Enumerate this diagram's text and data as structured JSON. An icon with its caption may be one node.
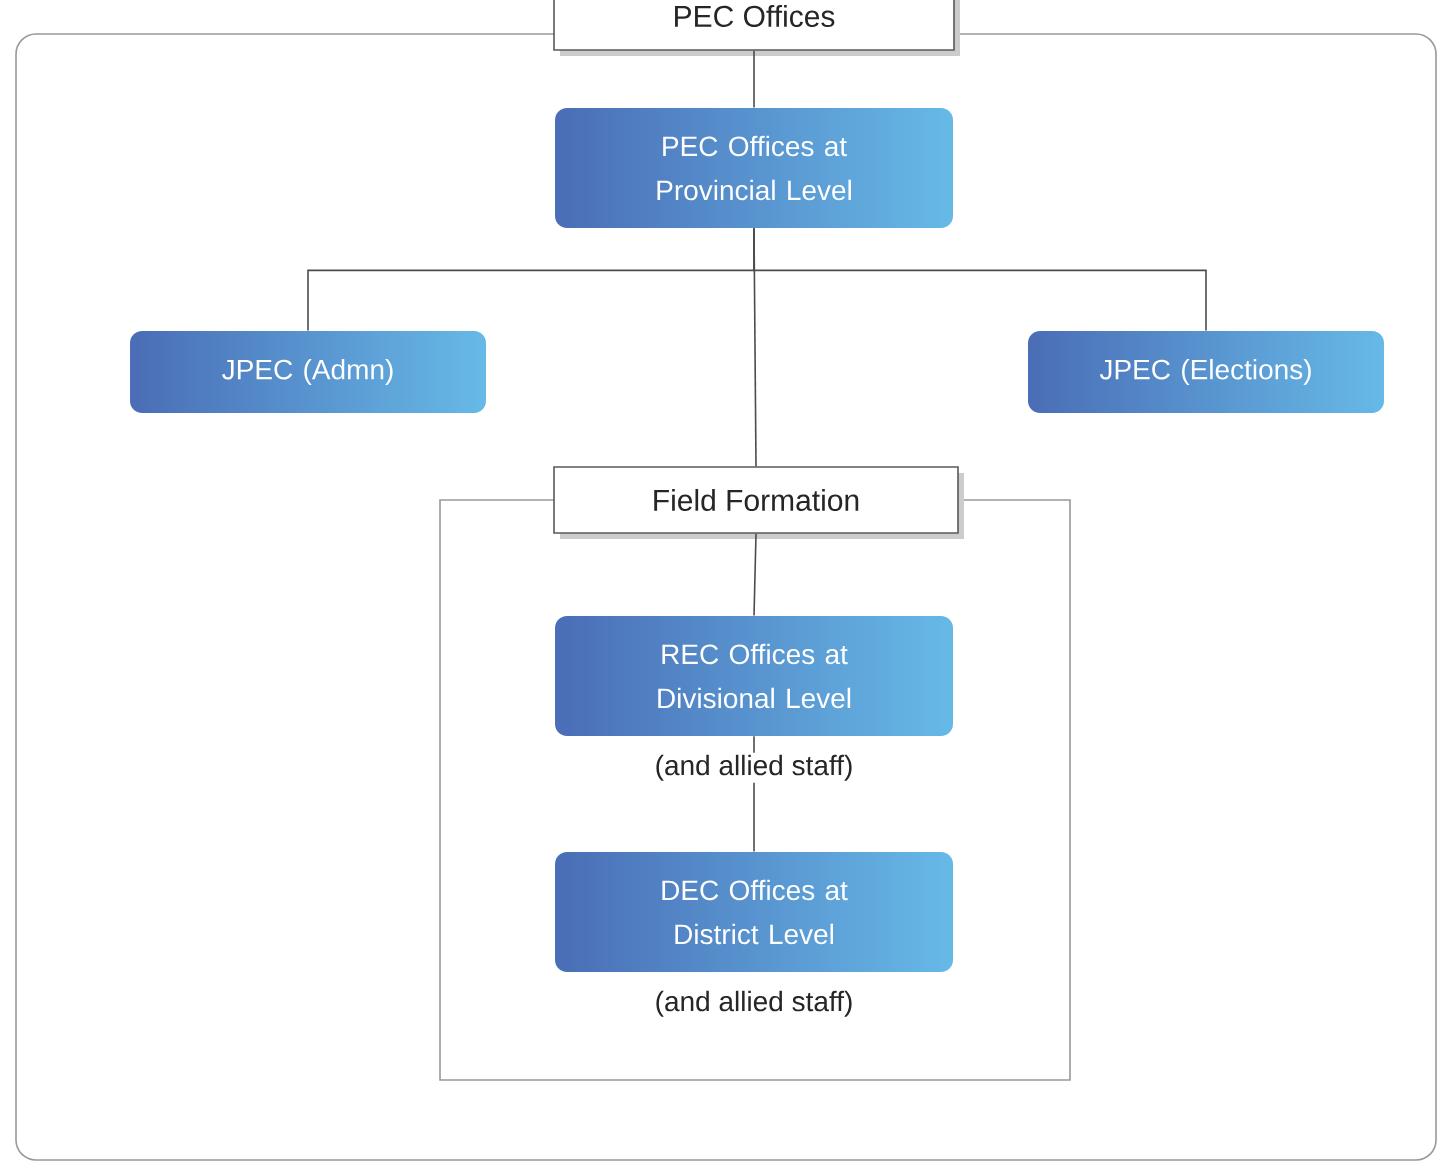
{
  "diagram": {
    "nodes": [
      {
        "text": [
          "PEC Offices"
        ]
      },
      {
        "text": [
          "PEC Offices at Provincial Level"
        ],
        "in": 0
      },
      {
        "text": [
          "JPEC (Admn)"
        ],
        "in": 0
      },
      {
        "text": [
          "JPEC (Elections)"
        ],
        "in": 0
      },
      {
        "text": [
          "Field Formation"
        ],
        "in": 0
      },
      {
        "text": [
          "REC Offices at Divisional Level"
        ],
        "in": 4,
        "beside": [
          "(and allied staff)"
        ]
      },
      {
        "text": [
          "DEC Offices at District Level"
        ],
        "in": 4,
        "beside": [
          "(and allied staff)"
        ]
      }
    ],
    "edges": [
      {
        "from": 0,
        "to": 1,
        "arrow": "none"
      },
      {
        "from": 1,
        "to": 2,
        "arrow": "none"
      },
      {
        "from": 1,
        "to": 3,
        "arrow": "none"
      },
      {
        "from": 1,
        "to": 4,
        "arrow": "none"
      },
      {
        "from": 4,
        "to": 5,
        "arrow": "none"
      },
      {
        "from": 5,
        "to": 6,
        "arrow": "none"
      }
    ]
  }
}
